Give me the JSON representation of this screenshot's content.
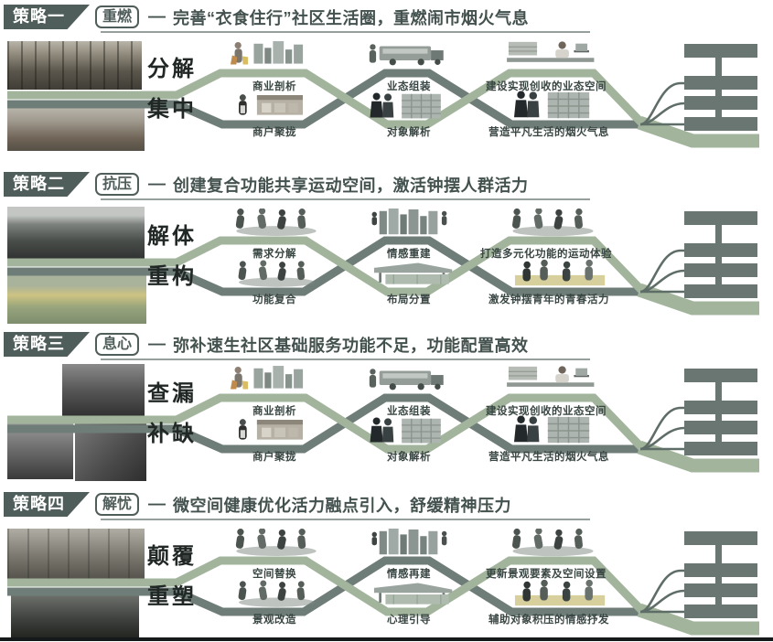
{
  "ui": {
    "dash": "—"
  },
  "colors": {
    "dark_slate": "#4f5d5b",
    "ribbon_green": "#a2b59c",
    "ribbon_gray": "#6f7d79",
    "comb_bar": "#697671",
    "label_text": "#394643",
    "bottom_rule": "#15191a"
  },
  "strategies": [
    {
      "badge": "策略一",
      "keyword": "重燃",
      "description": "完善“衣食住行”社区生活圈，重燃闹市烟火气息",
      "left_words": [
        "分解",
        "集中"
      ],
      "nodes": [
        {
          "top": "商业剖析",
          "bottom": "商户聚拢"
        },
        {
          "top": "业态组装",
          "bottom": "对象解析"
        },
        {
          "top": "建设实现创收的业态空间",
          "bottom": "营造平凡生活的烟火气息"
        }
      ]
    },
    {
      "badge": "策略二",
      "keyword": "抗压",
      "description": "创建复合功能共享运动空间，激活钟摆人群活力",
      "left_words": [
        "解体",
        "重构"
      ],
      "nodes": [
        {
          "top": "需求分解",
          "bottom": "功能复合"
        },
        {
          "top": "情感重建",
          "bottom": "布局分置"
        },
        {
          "top": "打造多元化功能的运动体验",
          "bottom": "激发钟摆青年的青春活力"
        }
      ]
    },
    {
      "badge": "策略三",
      "keyword": "息心",
      "description": "弥补速生社区基础服务功能不足，功能配置高效",
      "left_words": [
        "查漏",
        "补缺"
      ],
      "nodes": [
        {
          "top": "商业剖析",
          "bottom": "商户聚拢"
        },
        {
          "top": "业态组装",
          "bottom": "对象解析"
        },
        {
          "top": "建设实现创收的业态空间",
          "bottom": "营造平凡生活的烟火气息"
        }
      ]
    },
    {
      "badge": "策略四",
      "keyword": "解忧",
      "description": "微空间健康优化活力融点引入，舒缓精神压力",
      "left_words": [
        "颠覆",
        "重塑"
      ],
      "nodes": [
        {
          "top": "空间替换",
          "bottom": "景观改造"
        },
        {
          "top": "情感再建",
          "bottom": "心理引导"
        },
        {
          "top": "更新景观要素及空间设置",
          "bottom": "辅助对象积压的情感抒发"
        }
      ]
    }
  ]
}
